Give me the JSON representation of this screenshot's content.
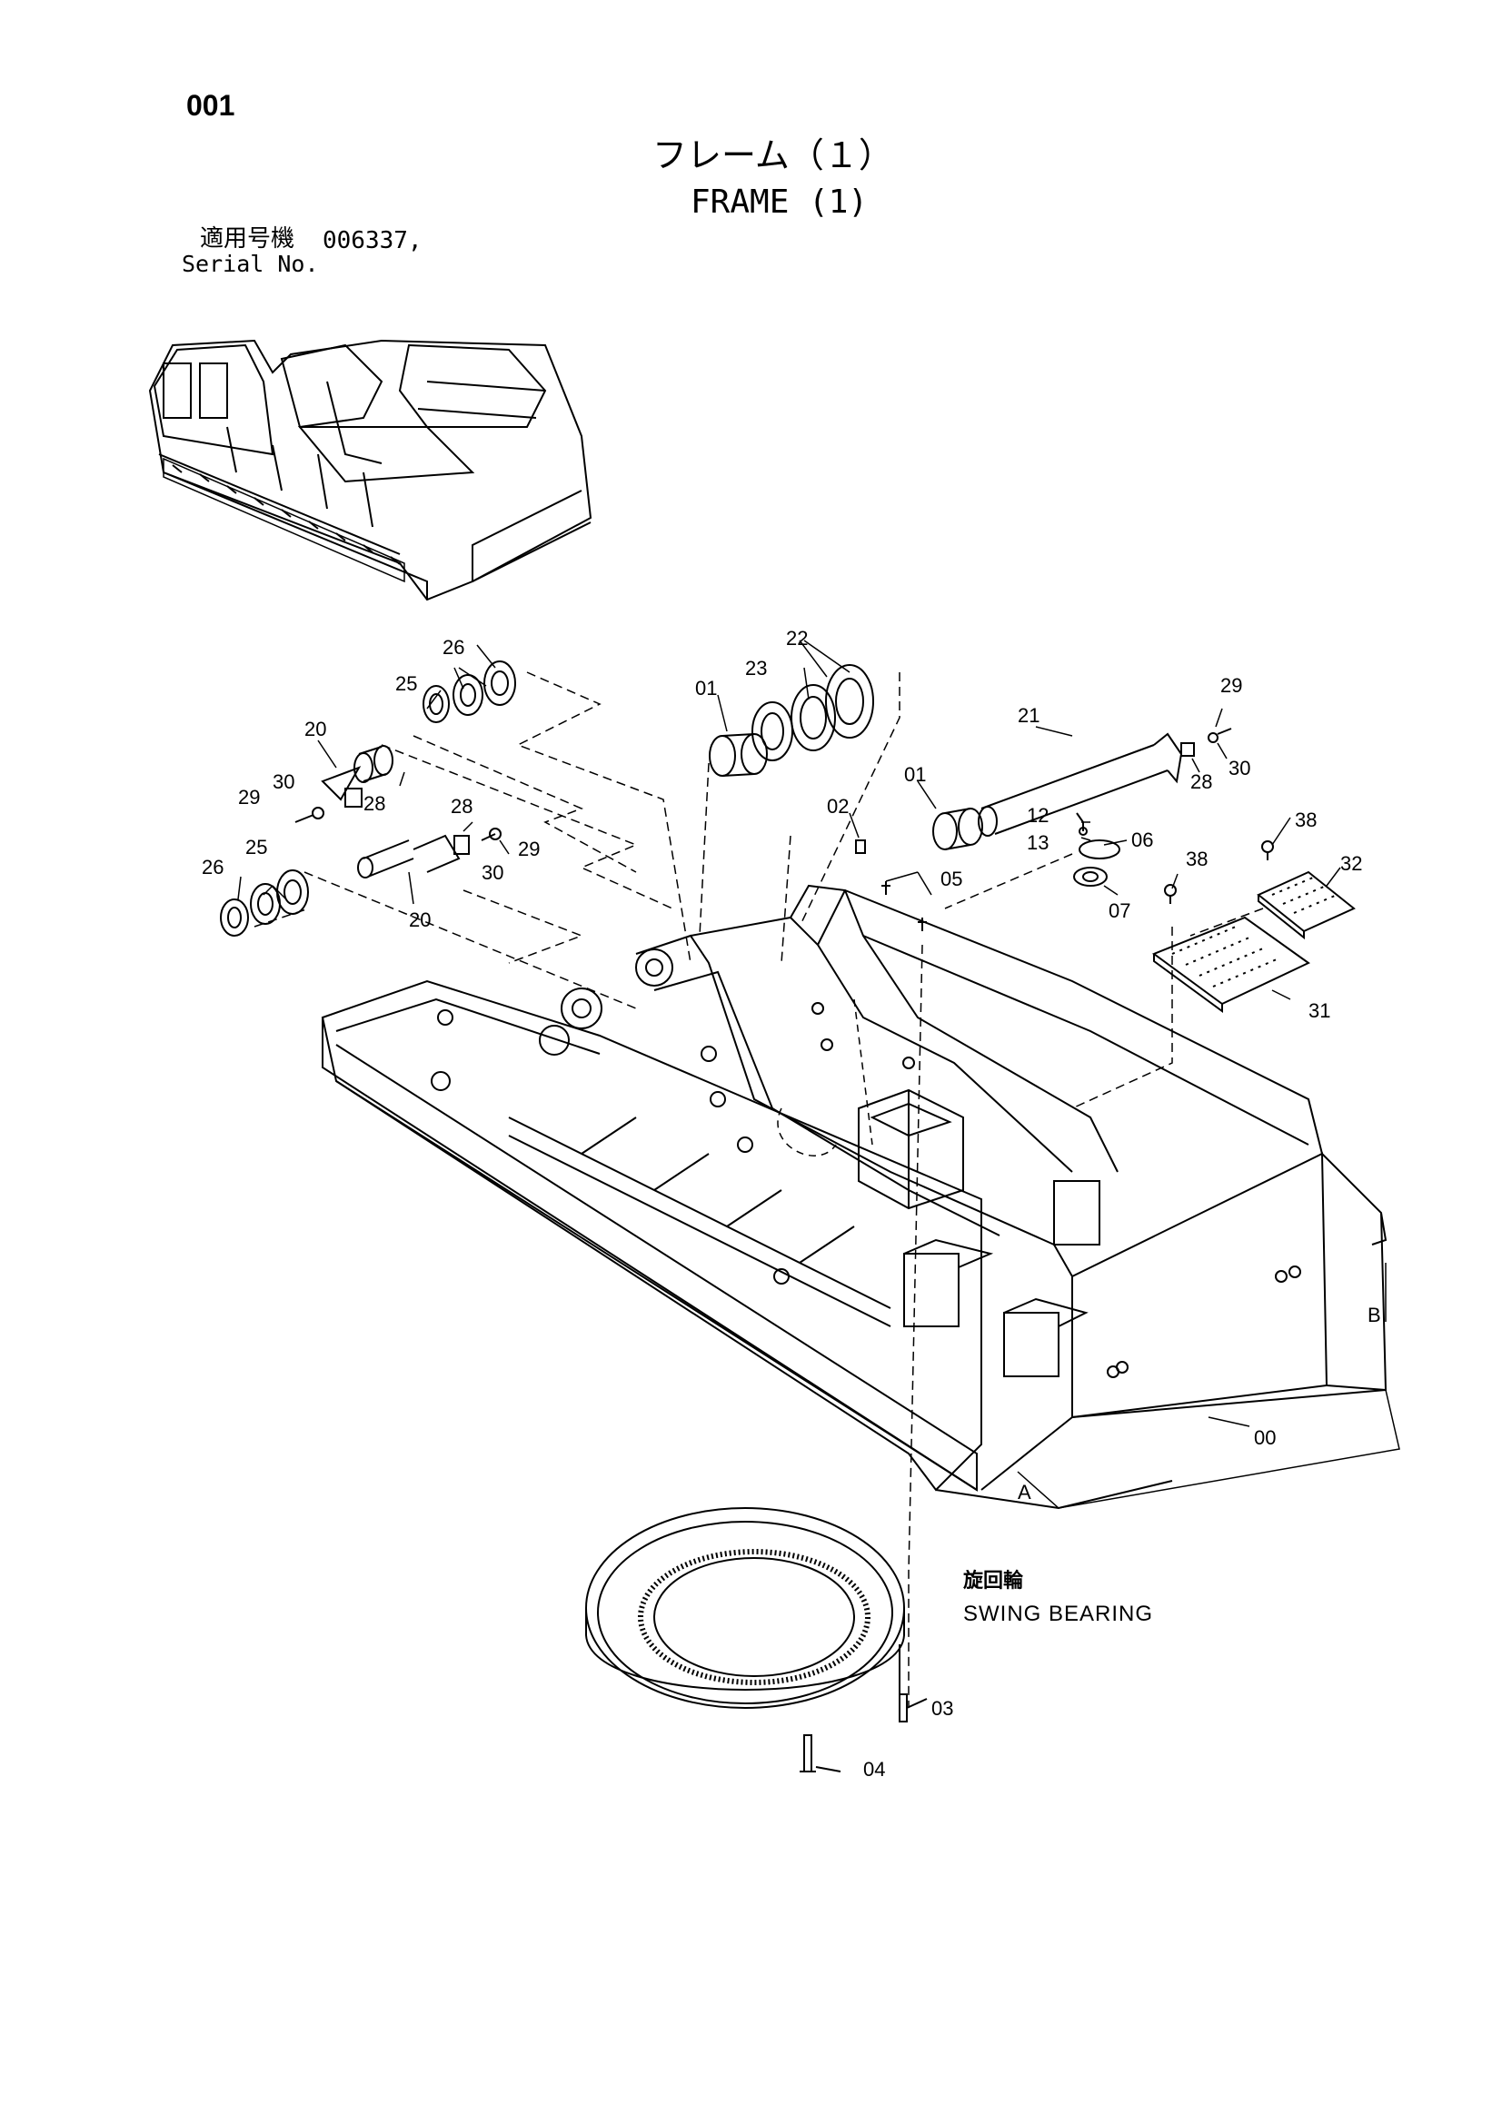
{
  "header": {
    "page_number": "001",
    "title_jp": "フレーム（１）",
    "title_en": "FRAME (1)",
    "serial_label_jp": "適用号機",
    "serial_value": "006337,",
    "serial_label_en": "Serial No."
  },
  "swing_bearing": {
    "label_jp": "旋回輪",
    "label_en": "SWING BEARING"
  },
  "callouts": {
    "c00": "00",
    "c01a": "01",
    "c01b": "01",
    "c02": "02",
    "c03": "03",
    "c04": "04",
    "c05": "05",
    "c06": "06",
    "c07": "07",
    "c12": "12",
    "c13": "13",
    "c20a": "20",
    "c20b": "20",
    "c21": "21",
    "c22": "22",
    "c23": "23",
    "c25a": "25",
    "c25b": "25",
    "c26a": "26",
    "c26b": "26",
    "c28a": "28",
    "c28b": "28",
    "c28c": "28",
    "c29a": "29",
    "c29b": "29",
    "c29c": "29",
    "c30a": "30",
    "c30b": "30",
    "c30c": "30",
    "c31": "31",
    "c32": "32",
    "c38a": "38",
    "c38b": "38",
    "cA": "A",
    "cB": "B"
  }
}
